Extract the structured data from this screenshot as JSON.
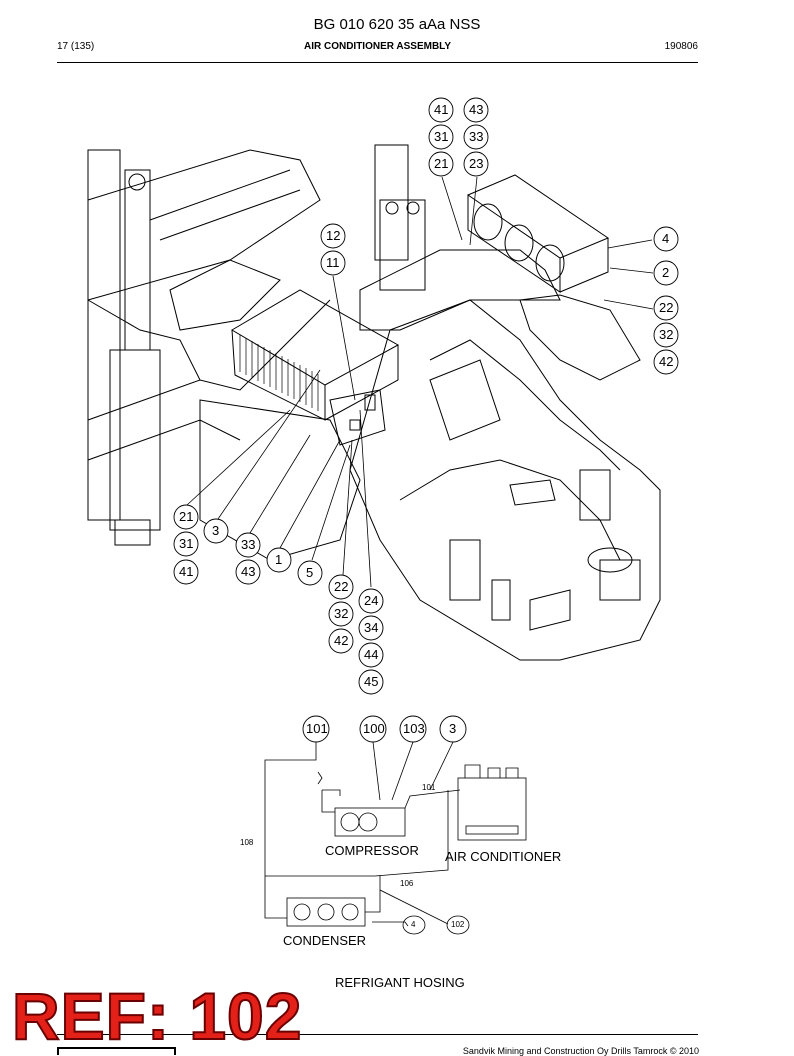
{
  "header": {
    "doc_number": "BG 010 620 35 aAa NSS",
    "page": "17 (135)",
    "section_title": "AIR CONDITIONER ASSEMBLY",
    "code": "190806"
  },
  "callouts_top": [
    "41",
    "43",
    "31",
    "33",
    "21",
    "23",
    "12",
    "11",
    "4",
    "2",
    "22",
    "32",
    "42",
    "21",
    "3",
    "31",
    "33",
    "1",
    "41",
    "43",
    "5",
    "22",
    "24",
    "32",
    "34",
    "42",
    "44",
    "45"
  ],
  "callouts_schematic": [
    "101",
    "100",
    "103",
    "3"
  ],
  "schematic": {
    "compressor": "COMPRESSOR",
    "air_conditioner": "AIR CONDITIONER",
    "condenser": "CONDENSER",
    "title": "REFRIGANT HOSING",
    "hose_101": "101",
    "hose_108": "108",
    "hose_106": "106",
    "small_4": "4",
    "small_102": "102"
  },
  "stamp": "REF: 102",
  "footer": "Sandvik Mining and Construction Oy Drills Tamrock © 2010"
}
